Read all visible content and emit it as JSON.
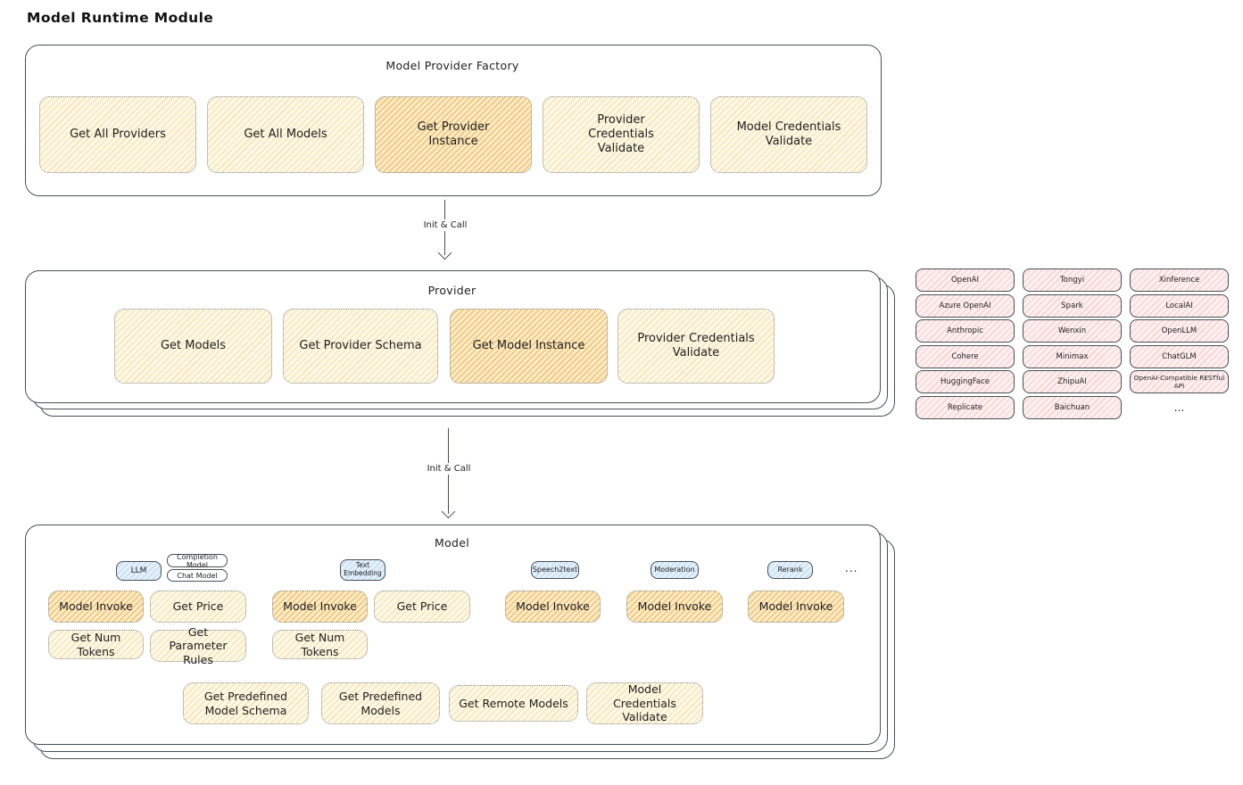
{
  "page_title": "Model Runtime Module",
  "arrow1": {
    "label": "Init & Call"
  },
  "arrow2": {
    "label": "Init & Call"
  },
  "factory": {
    "title": "Model Provider Factory",
    "chips": [
      {
        "label": "Get All Providers",
        "highlighted": false
      },
      {
        "label": "Get All Models",
        "highlighted": false
      },
      {
        "label": "Get Provider Instance",
        "highlighted": true
      },
      {
        "label": "Provider Credentials Validate",
        "highlighted": false
      },
      {
        "label": "Model Credentials Validate",
        "highlighted": false
      }
    ]
  },
  "provider": {
    "title": "Provider",
    "chips": [
      {
        "label": "Get Models",
        "highlighted": false
      },
      {
        "label": "Get Provider Schema",
        "highlighted": false
      },
      {
        "label": "Get Model Instance",
        "highlighted": true
      },
      {
        "label": "Provider Credentials Validate",
        "highlighted": false
      }
    ]
  },
  "providers": {
    "items": [
      "OpenAI",
      "Tongyi",
      "Xinference",
      "Azure OpenAI",
      "Spark",
      "LocalAI",
      "Anthropic",
      "Wenxin",
      "OpenLLM",
      "Cohere",
      "Minimax",
      "ChatGLM",
      "HuggingFace",
      "ZhipuAI",
      "OpenAI-Compatible RESTful API",
      "Replicate",
      "Baichuan"
    ],
    "more": "..."
  },
  "model": {
    "title": "Model",
    "tags": {
      "llm": "LLM",
      "completion": "Completion Model",
      "chat": "Chat Model",
      "text_embedding": "Text Embedding",
      "speech2text": "Speech2text",
      "moderation": "Moderation",
      "rerank": "Rerank",
      "more": "..."
    },
    "row1": [
      {
        "label": "Model Invoke",
        "highlighted": true
      },
      {
        "label": "Get Price",
        "highlighted": false
      },
      {
        "label": "Model Invoke",
        "highlighted": true
      },
      {
        "label": "Get Price",
        "highlighted": false
      },
      {
        "label": "Model Invoke",
        "highlighted": true
      },
      {
        "label": "Model Invoke",
        "highlighted": true
      },
      {
        "label": "Model Invoke",
        "highlighted": true
      }
    ],
    "row2": [
      {
        "label": "Get Num Tokens"
      },
      {
        "label": "Get Parameter Rules"
      },
      {
        "label": "Get Num Tokens"
      }
    ],
    "row3": [
      {
        "label": "Get Predefined Model Schema"
      },
      {
        "label": "Get Predefined Models"
      },
      {
        "label": "Get Remote Models"
      },
      {
        "label": "Model Credentials Validate"
      }
    ]
  },
  "colors": {
    "chip_cream": "#fdf8e6",
    "chip_orange": "#f3c87e",
    "pill_pink": "#fdefef",
    "tag_blue": "#e4f0fa",
    "stroke_dark": "#4a5056"
  }
}
